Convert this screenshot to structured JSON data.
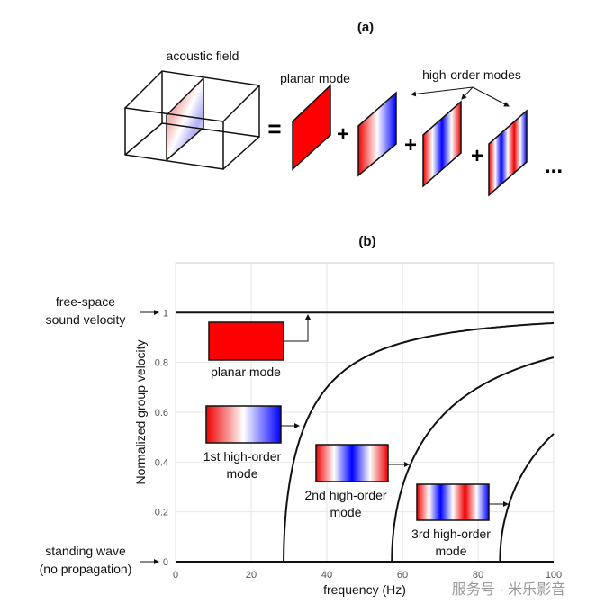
{
  "panel_a": {
    "title": "(a)",
    "acoustic_field_label": "acoustic field",
    "equals": "=",
    "plus": "+",
    "planar_mode_label": "planar mode",
    "high_order_label": "high-order modes",
    "ellipsis": "..."
  },
  "panel_b": {
    "title": "(b)",
    "free_space_line1": "free-space",
    "free_space_line2": "sound velocity",
    "standing_line1": "standing wave",
    "standing_line2": "(no propagation)",
    "insets": [
      {
        "line1": "planar mode",
        "line2": ""
      },
      {
        "line1": "1st high-order",
        "line2": "mode"
      },
      {
        "line1": "2nd high-order",
        "line2": "mode"
      },
      {
        "line1": "3rd high-order",
        "line2": "mode"
      }
    ]
  },
  "colors": {
    "red": "#ff0000",
    "blue": "#0000ff",
    "white": "#ffffff"
  },
  "watermark": "服务号 · 米乐影音",
  "chart_data": {
    "type": "line",
    "title": "(b)",
    "xlabel": "frequency (Hz)",
    "ylabel": "Normalized group velocity",
    "xlim": [
      0,
      100
    ],
    "ylim": [
      0,
      1.2
    ],
    "xticks": [
      "0",
      "20",
      "40",
      "60",
      "80",
      "100"
    ],
    "yticks": [
      "0",
      "0.2",
      "0.4",
      "0.6",
      "0.8",
      "1"
    ],
    "grid": true,
    "series": [
      {
        "name": "planar mode",
        "cutoff_hz": 0,
        "x": [
          0,
          100
        ],
        "y": [
          1,
          1
        ]
      },
      {
        "name": "1st high-order mode",
        "cutoff_hz": 28.6,
        "x": [
          28.6,
          30,
          40,
          60,
          80,
          100
        ],
        "y": [
          0,
          0.3,
          0.7,
          0.88,
          0.93,
          0.96
        ]
      },
      {
        "name": "2nd high-order mode",
        "cutoff_hz": 57.2,
        "x": [
          57.2,
          60,
          70,
          80,
          90,
          100
        ],
        "y": [
          0,
          0.3,
          0.58,
          0.7,
          0.77,
          0.82
        ]
      },
      {
        "name": "3rd high-order mode",
        "cutoff_hz": 85.8,
        "x": [
          85.8,
          88,
          92,
          96,
          100
        ],
        "y": [
          0,
          0.22,
          0.36,
          0.45,
          0.51
        ]
      }
    ]
  }
}
